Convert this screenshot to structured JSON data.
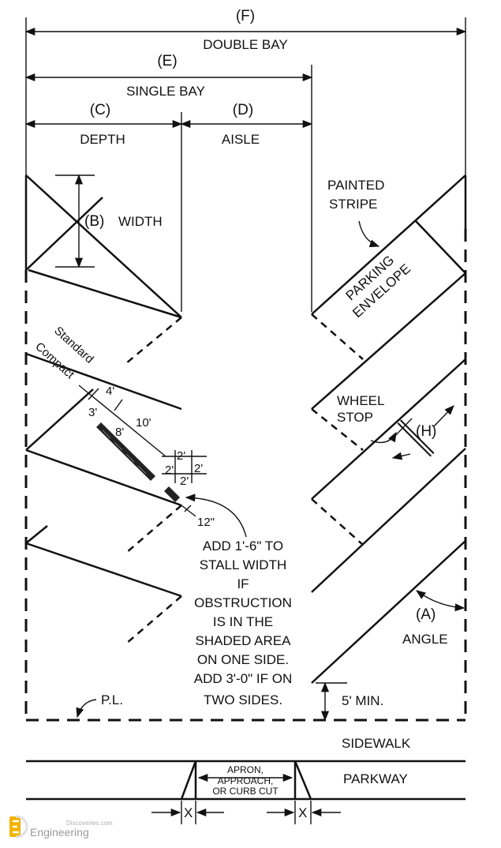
{
  "dimensions": {
    "double_bay": {
      "code": "(F)",
      "label": "DOUBLE BAY"
    },
    "single_bay": {
      "code": "(E)",
      "label": "SINGLE BAY"
    },
    "depth": {
      "code": "(C)",
      "label": "DEPTH"
    },
    "aisle": {
      "code": "(D)",
      "label": "AISLE"
    },
    "width": {
      "code": "(B)",
      "label": "WIDTH"
    },
    "angle": {
      "code": "(A)",
      "label": "ANGLE"
    },
    "wheel_stop": {
      "code": "(H)",
      "label_line1": "WHEEL",
      "label_line2": "STOP"
    }
  },
  "painted_stripe": {
    "line1": "PAINTED",
    "line2": "STRIPE"
  },
  "parking_envelope": {
    "line1": "PARKING",
    "line2": "ENVELOPE"
  },
  "stall_types": {
    "standard": "Standard",
    "compact": "Compact"
  },
  "stall_dims": {
    "d4": "4'",
    "d3": "3'",
    "d8": "8'",
    "d10": "10'",
    "d2a": "2'",
    "d2b": "2'",
    "d2c": "2'",
    "d2d": "2'",
    "d12": "12\""
  },
  "note": {
    "lines": [
      "ADD 1'-6\" TO",
      "STALL WIDTH",
      "IF",
      "OBSTRUCTION",
      "IS IN THE",
      "SHADED AREA",
      "ON ONE SIDE.",
      "ADD 3'-0\" IF ON",
      "TWO SIDES."
    ]
  },
  "property_line": "P.L.",
  "min_setback": "5' MIN.",
  "sidewalk": "SIDEWALK",
  "parkway": "PARKWAY",
  "apron": {
    "line1": "APRON,",
    "line2": "APPROACH,",
    "line3": "OR CURB CUT"
  },
  "x_marks": {
    "left": "X",
    "right": "X"
  },
  "watermark": {
    "brand": "Engineering",
    "site": "Discoveries.com"
  }
}
